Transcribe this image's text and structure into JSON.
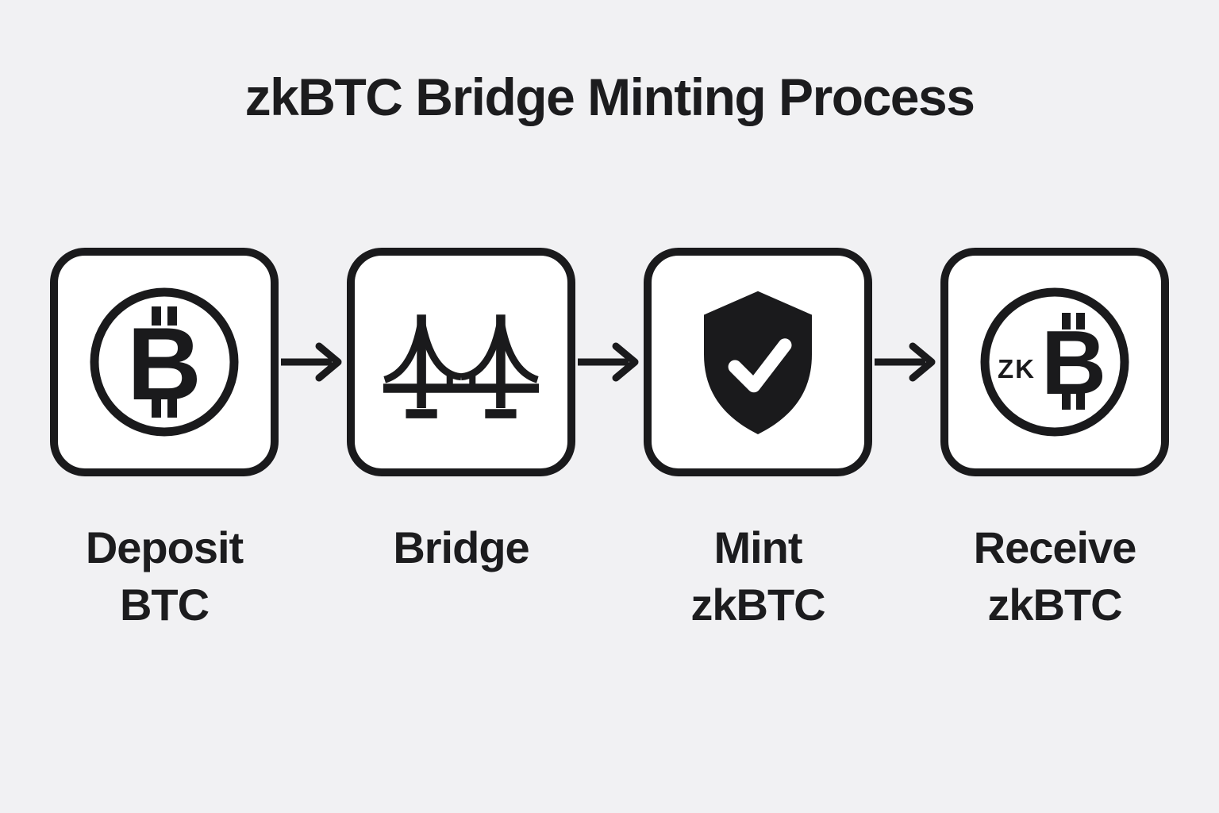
{
  "title": "zkBTC Bridge Minting Process",
  "colors": {
    "background": "#f1f1f3",
    "ink": "#1a1a1c",
    "box_fill": "#ffffff",
    "check": "#ffffff"
  },
  "steps": [
    {
      "id": "deposit",
      "icon": "bitcoin-coin-icon",
      "glyph": "B",
      "label_line1": "Deposit",
      "label_line2": "BTC"
    },
    {
      "id": "bridge",
      "icon": "bridge-icon",
      "label_line1": "Bridge",
      "label_line2": ""
    },
    {
      "id": "mint",
      "icon": "shield-check-icon",
      "label_line1": "Mint",
      "label_line2": "zkBTC"
    },
    {
      "id": "receive",
      "icon": "zkbtc-coin-icon",
      "glyph": "B",
      "coin_label": "ZK",
      "label_line1": "Receive",
      "label_line2": "zkBTC"
    }
  ],
  "connectors": [
    "arrow-right",
    "arrow-right",
    "arrow-right"
  ]
}
